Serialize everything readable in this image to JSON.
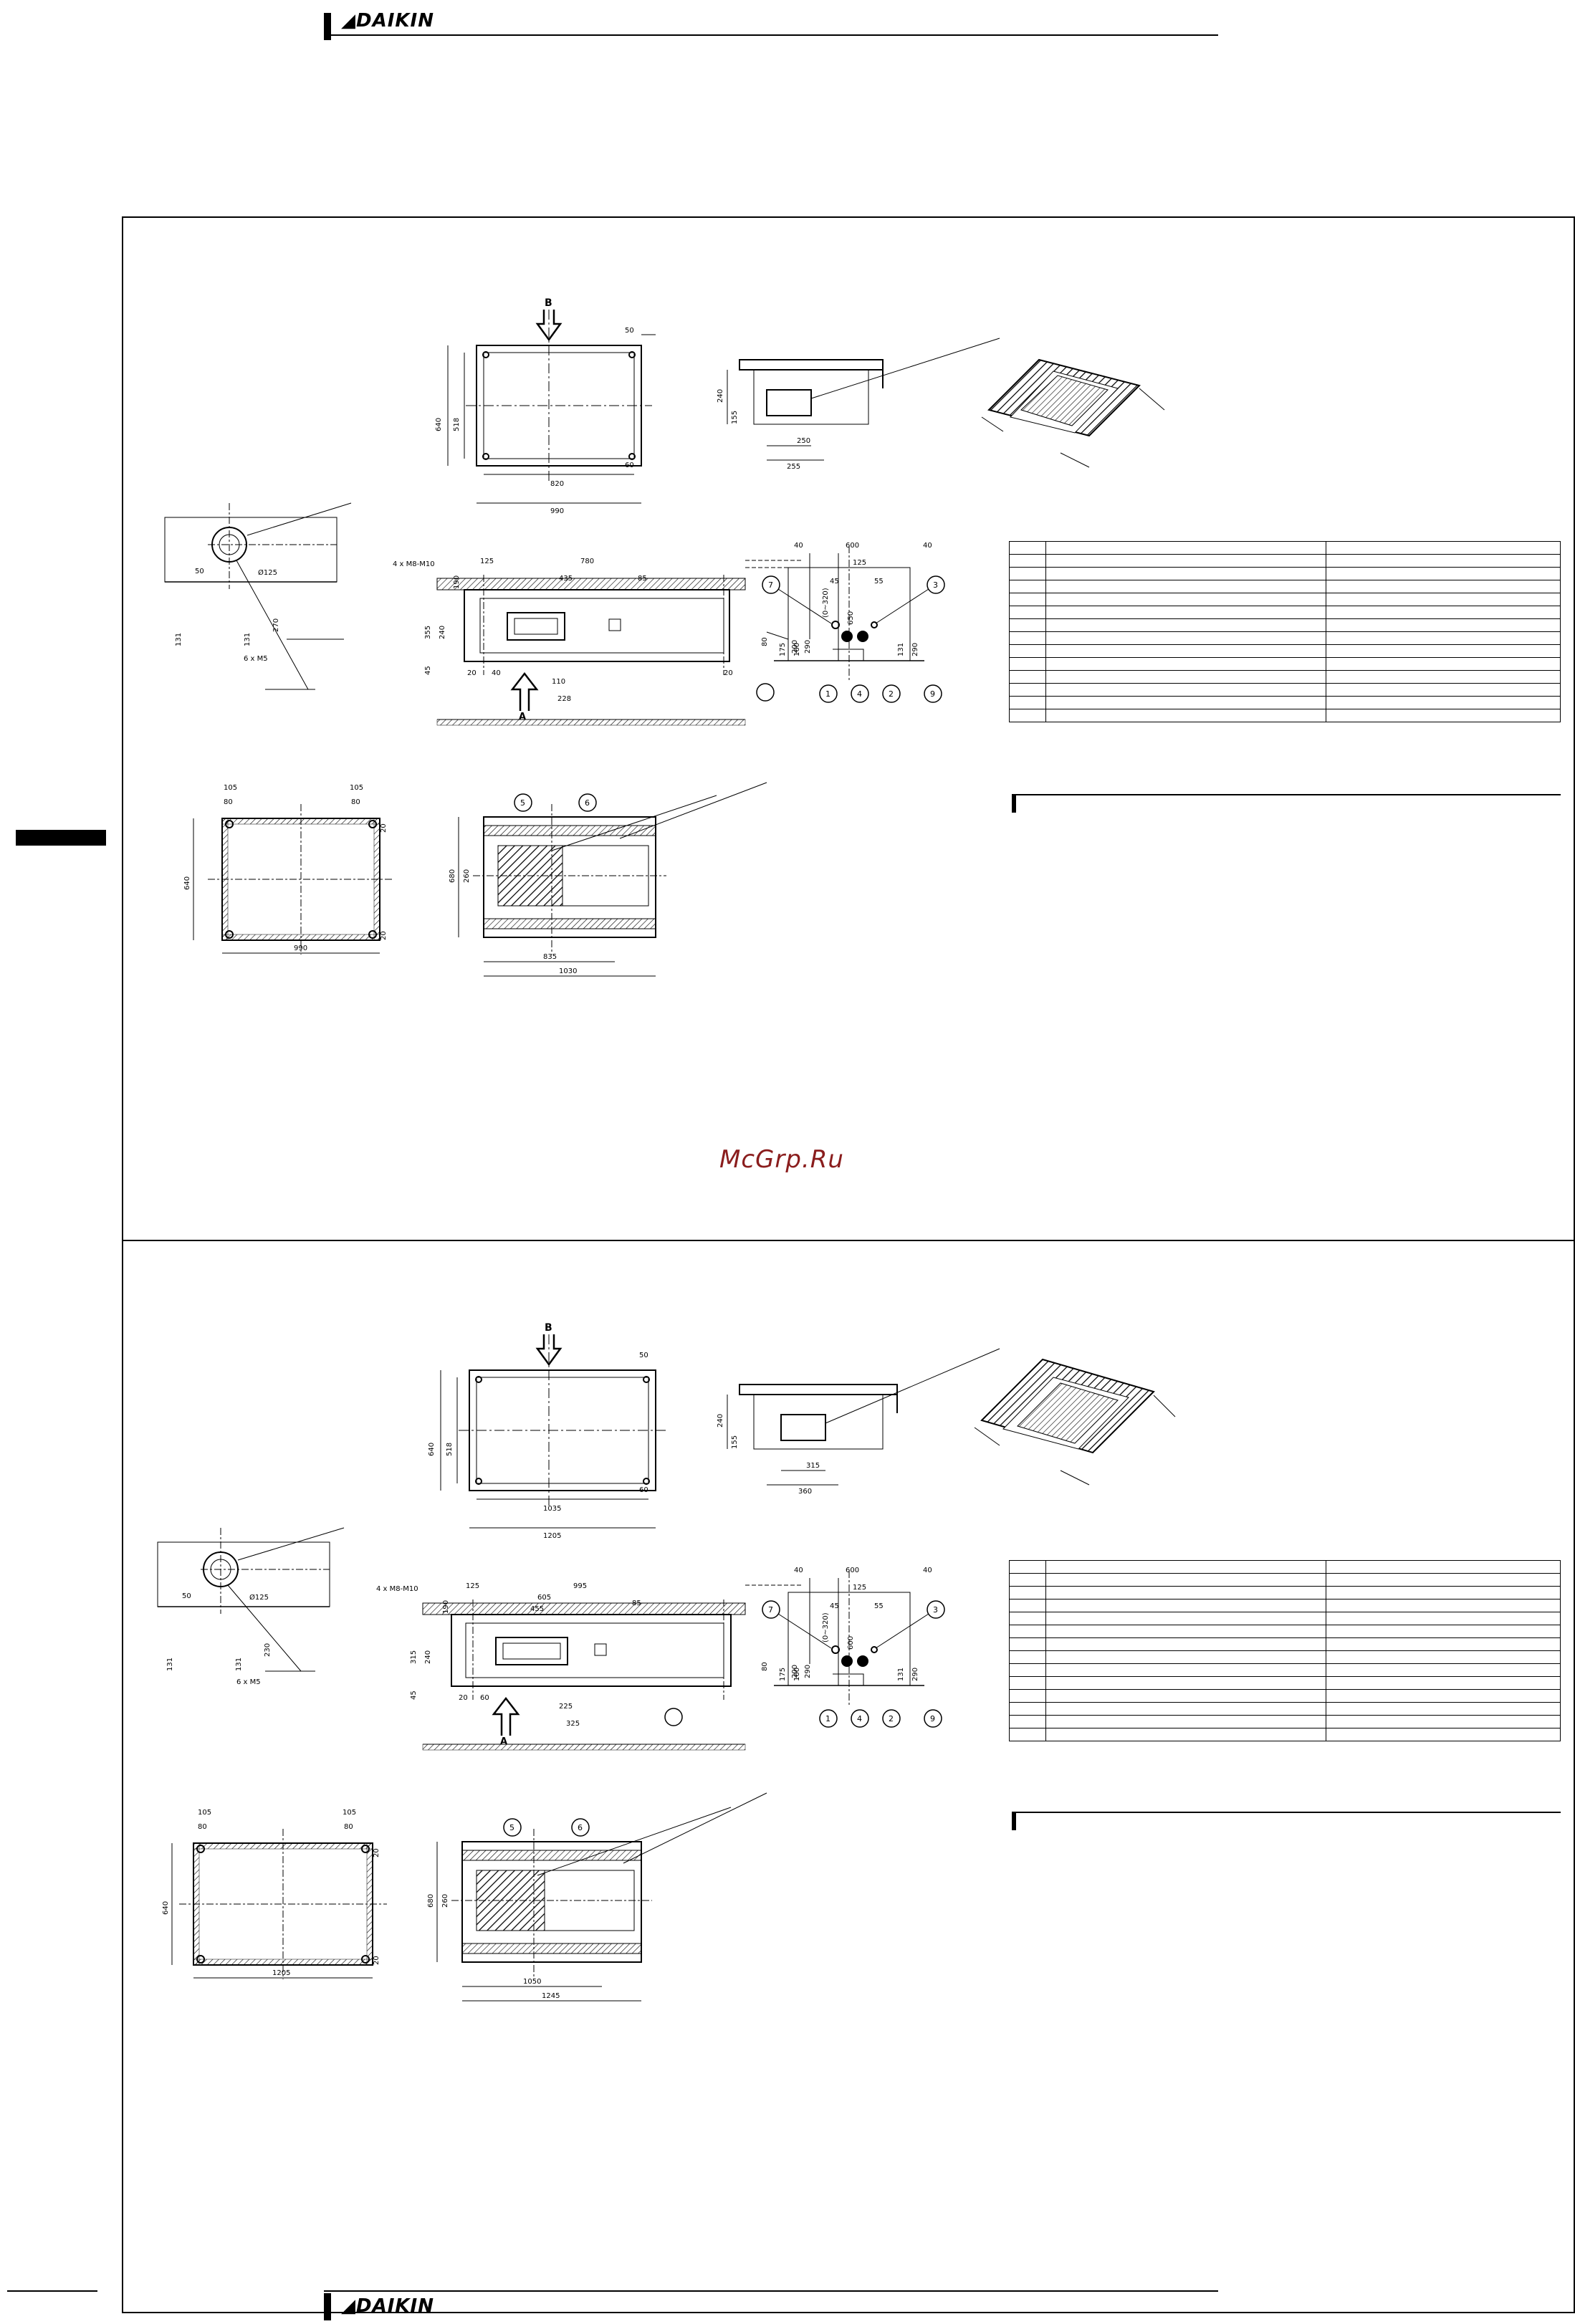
{
  "brand": {
    "name": "DAIKIN"
  },
  "watermark": "McGrp.Ru",
  "sections": [
    {
      "top": {
        "label_B": "B",
        "dim_50": "50",
        "dim_640": "640",
        "dim_518": "518",
        "dim_60": "60",
        "dim_width_inner": "820",
        "dim_width_outer": "990"
      },
      "side": {
        "dim_240": "240",
        "dim_155": "155",
        "dim_250": "250",
        "dim_255": "255"
      },
      "front": {
        "bolts": "4 x M8-M10",
        "dim_125": "125",
        "dim_780": "780",
        "dim_435": "435",
        "dim_85": "85",
        "dim_range": "(0~320)",
        "dim_650": "650",
        "dim_355": "355",
        "dim_240": "240",
        "dim_45": "45",
        "dim_290": "290",
        "dim_200": "200",
        "dim_80": "80",
        "dim_190": "190",
        "dim_20a": "20",
        "dim_20b": "20",
        "dim_40": "40",
        "dim_110": "110",
        "dim_228": "228",
        "label_A": "A"
      },
      "pipe": {
        "dim_50": "50",
        "dia": "Ø125",
        "dim_270": "270",
        "dim_131a": "131",
        "dim_131b": "131",
        "holes": "6 x M5"
      },
      "conn": {
        "dim_40a": "40",
        "dim_600": "600",
        "dim_40b": "40",
        "dim_125": "125",
        "dim_45": "45",
        "dim_55": "55",
        "dim_175": "175",
        "dim_160": "160",
        "dim_131": "131",
        "dim_290": "290",
        "n7": "7",
        "n3": "3",
        "n1": "1",
        "n4": "4",
        "n2": "2",
        "n9": "9"
      },
      "base": {
        "dim_105a": "105",
        "dim_80a": "80",
        "dim_105b": "105",
        "dim_80b": "80",
        "dim_20a": "20",
        "dim_20b": "20",
        "dim_640": "640",
        "dim_990": "990"
      },
      "bottom": {
        "n5": "5",
        "n6": "6",
        "dim_680": "680",
        "dim_260": "260",
        "dim_835": "835",
        "dim_1030": "1030"
      }
    },
    {
      "top": {
        "label_B": "B",
        "dim_50": "50",
        "dim_640": "640",
        "dim_518": "518",
        "dim_60": "60",
        "dim_width_inner": "1035",
        "dim_width_outer": "1205"
      },
      "side": {
        "dim_240": "240",
        "dim_155": "155",
        "dim_250": "315",
        "dim_255": "360"
      },
      "front": {
        "bolts": "4 x M8-M10",
        "dim_125": "125",
        "dim_780": "995",
        "dim_435": "605",
        "dim_85": "85",
        "dim_range": "(0~320)",
        "dim_650": "600",
        "dim_355": "315",
        "dim_240": "240",
        "dim_45": "45",
        "dim_290": "290",
        "dim_200": "200",
        "dim_80": "80",
        "dim_190": "190",
        "dim_20a": "20",
        "dim_20b": "455",
        "dim_40": "60",
        "dim_110": "225",
        "dim_228": "325",
        "label_A": "A"
      },
      "pipe": {
        "dim_50": "50",
        "dia": "Ø125",
        "dim_270": "230",
        "dim_131a": "131",
        "dim_131b": "131",
        "holes": "6 x M5"
      },
      "conn": {
        "dim_40a": "40",
        "dim_600": "600",
        "dim_40b": "40",
        "dim_125": "125",
        "dim_45": "45",
        "dim_55": "55",
        "dim_175": "175",
        "dim_160": "160",
        "dim_131": "131",
        "dim_290": "290",
        "n7": "7",
        "n3": "3",
        "n1": "1",
        "n4": "4",
        "n2": "2",
        "n9": "9"
      },
      "base": {
        "dim_105a": "105",
        "dim_80a": "80",
        "dim_105b": "105",
        "dim_80b": "80",
        "dim_20a": "20",
        "dim_20b": "20",
        "dim_640": "640",
        "dim_990": "1205"
      },
      "bottom": {
        "n5": "5",
        "n6": "6",
        "dim_680": "680",
        "dim_260": "260",
        "dim_835": "1050",
        "dim_1030": "1245"
      }
    }
  ]
}
